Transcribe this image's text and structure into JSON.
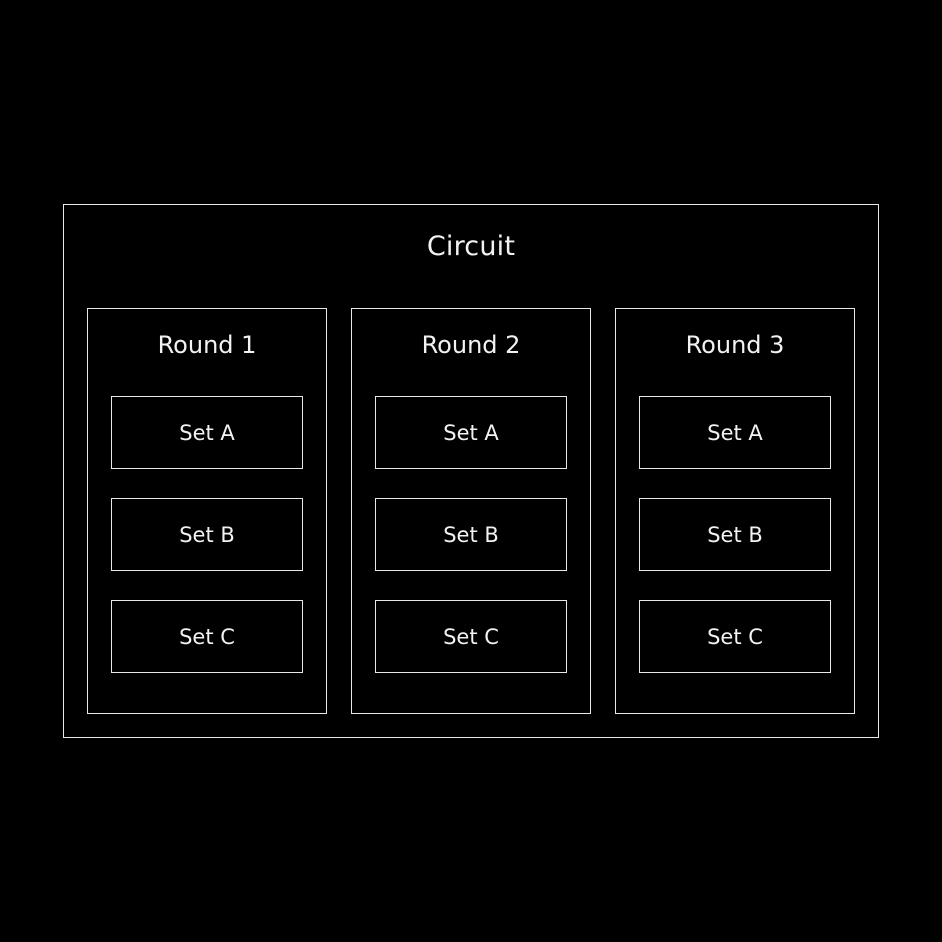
{
  "diagram": {
    "title": "Circuit",
    "border_color": "#e8e8e8",
    "background_color": "#000000",
    "rounds": [
      {
        "label": "Round 1",
        "sets": [
          "Set A",
          "Set B",
          "Set C"
        ]
      },
      {
        "label": "Round 2",
        "sets": [
          "Set A",
          "Set B",
          "Set C"
        ]
      },
      {
        "label": "Round 3",
        "sets": [
          "Set A",
          "Set B",
          "Set C"
        ]
      }
    ]
  }
}
